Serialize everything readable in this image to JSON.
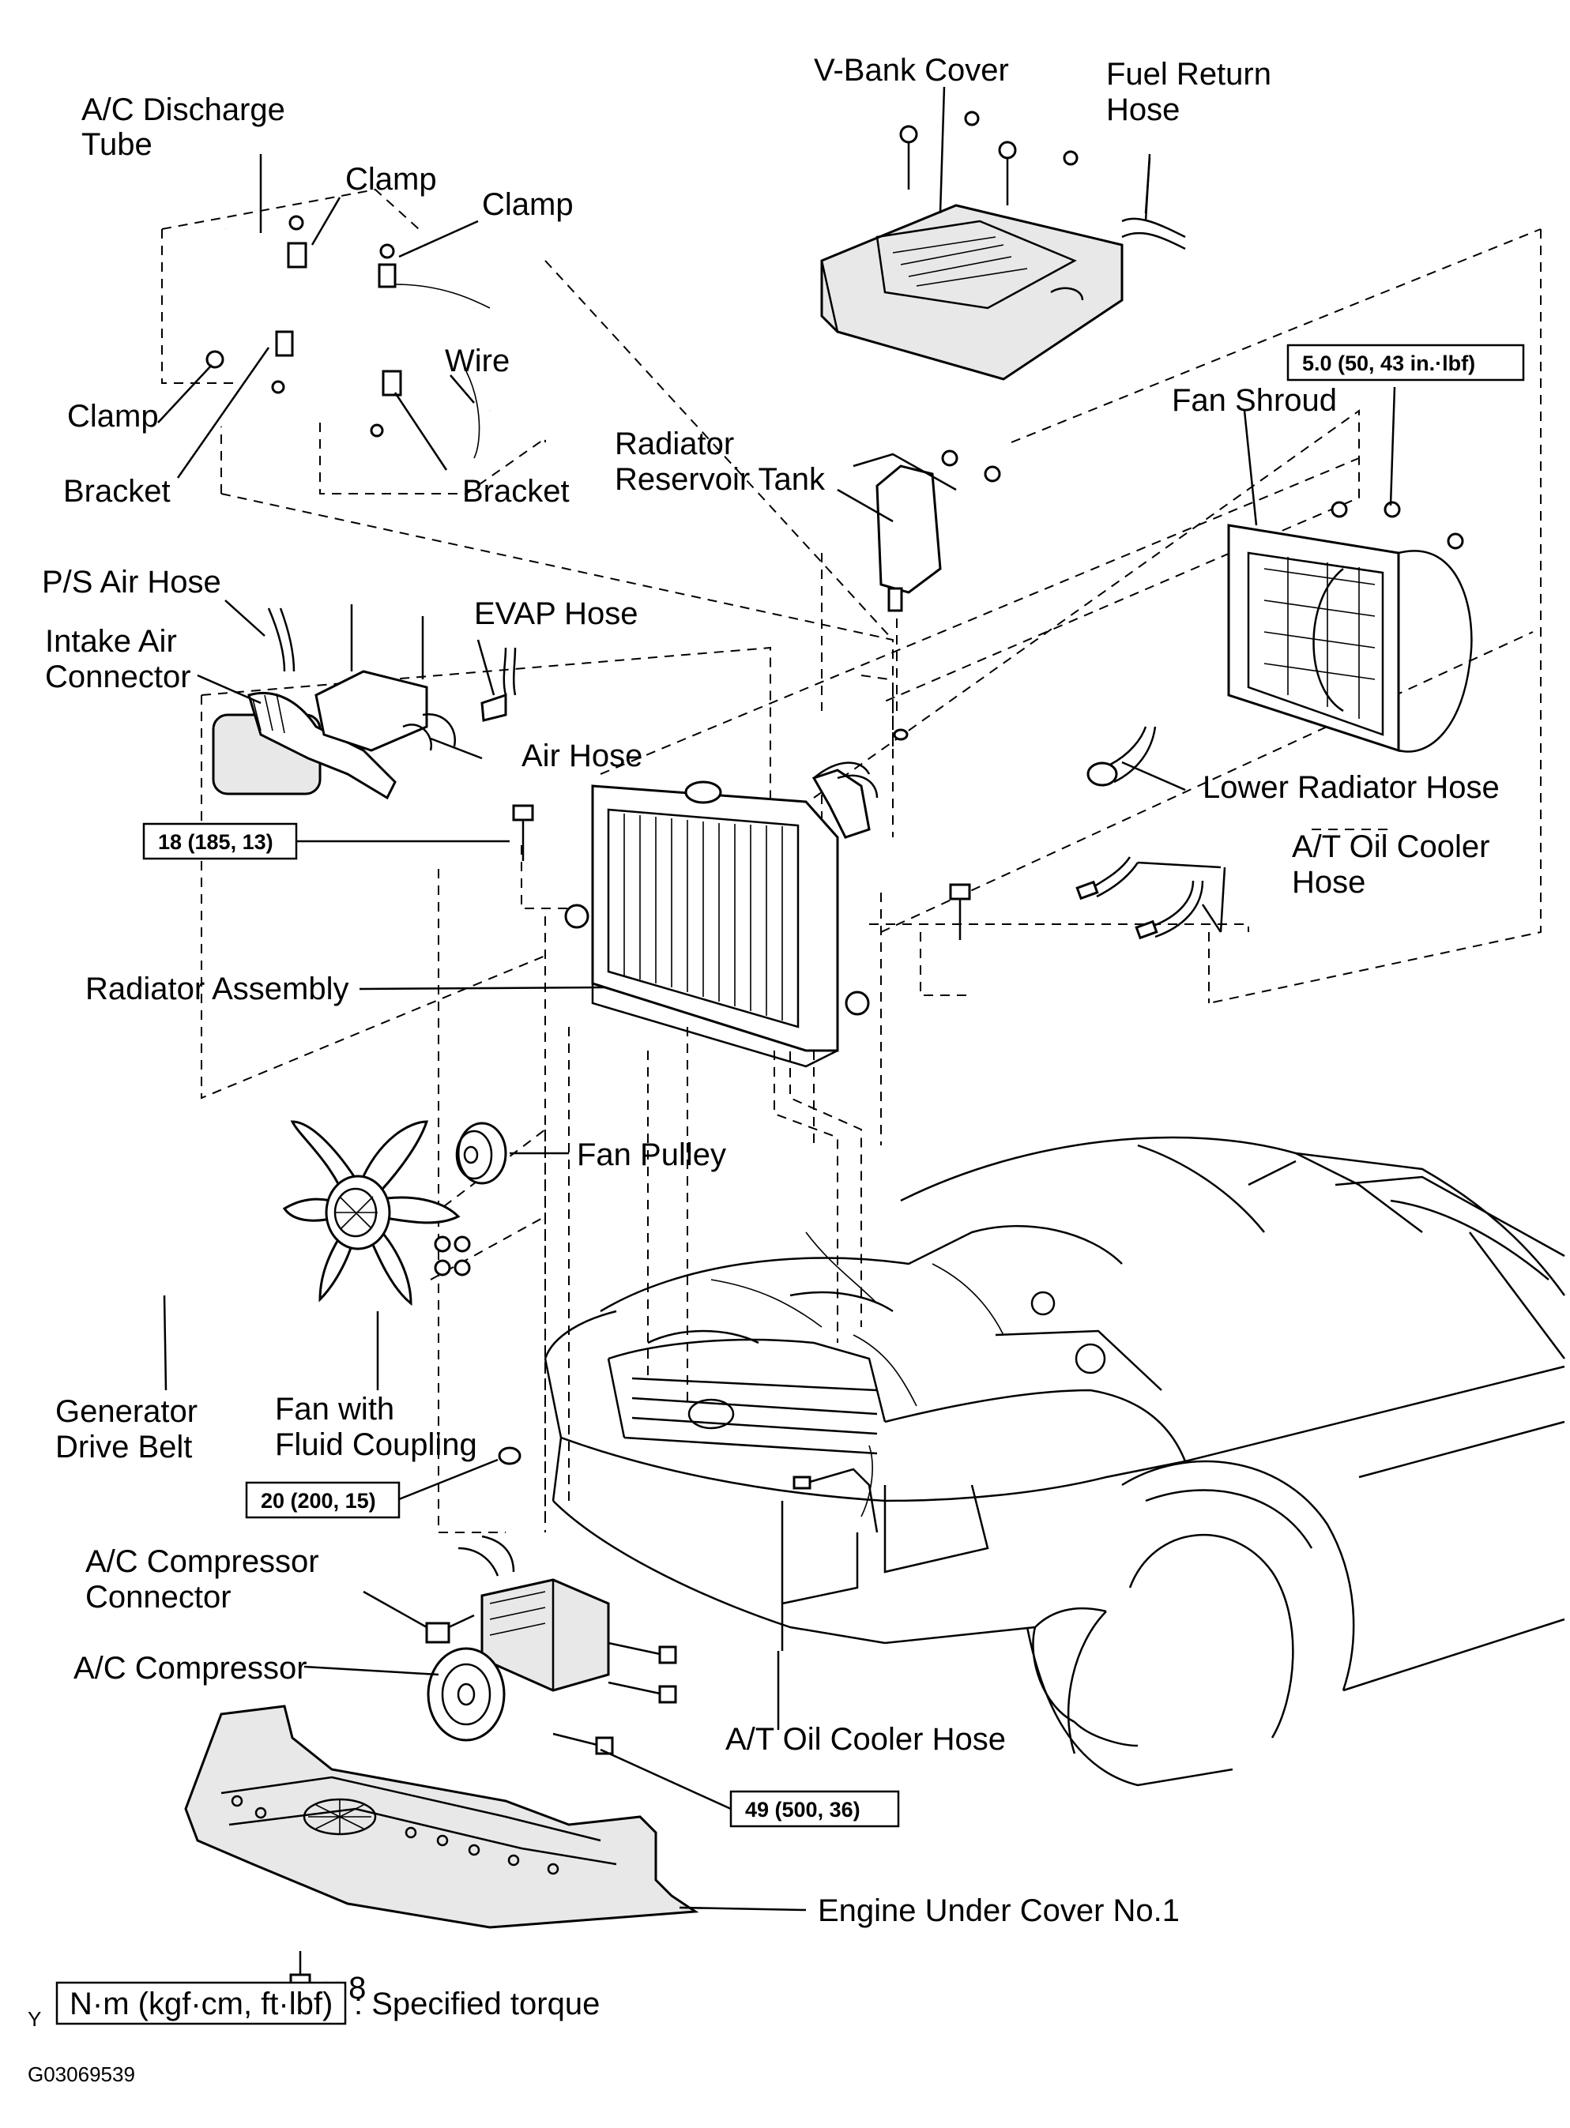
{
  "labels": {
    "ac_discharge_tube": [
      "A/C Discharge",
      "Tube"
    ],
    "clamp_1": "Clamp",
    "clamp_2": "Clamp",
    "clamp_3": "Clamp",
    "wire": "Wire",
    "bracket_1": "Bracket",
    "bracket_2": "Bracket",
    "v_bank_cover": "V-Bank  Cover",
    "fuel_return_hose": [
      "Fuel Return",
      "Hose"
    ],
    "fan_shroud": "Fan Shroud",
    "radiator_reservoir_tank": [
      "Radiator",
      "Reservoir Tank"
    ],
    "ps_air_hose": "P/S Air Hose",
    "intake_air_connector": [
      "Intake Air",
      "Connector"
    ],
    "evap_hose": "EVAP Hose",
    "air_hose": "Air Hose",
    "lower_radiator_hose": "Lower Radiator Hose",
    "at_oil_cooler_hose_top": [
      "A/T Oil Cooler",
      "Hose"
    ],
    "radiator_assembly": "Radiator Assembly",
    "fan_pulley": "Fan Pulley",
    "generator_drive_belt": [
      "Generator",
      "Drive Belt"
    ],
    "fan_with_fluid_coupling": [
      "Fan with",
      "Fluid Coupling"
    ],
    "ac_compressor_connector": [
      "A/C Compressor",
      "Connector"
    ],
    "ac_compressor": "A/C Compressor",
    "at_oil_cooler_hose_bottom": "A/T Oil Cooler Hose",
    "engine_under_cover": "Engine Under Cover No.1",
    "bolt_count": "x 8"
  },
  "torques": {
    "fan_shroud": "5.0 (50, 43 in.·lbf)",
    "radiator": "18 (185, 13)",
    "fan": "20 (200, 15)",
    "compressor": "49 (500, 36)"
  },
  "legend": {
    "box_text": "N·m (kgf·cm, ft·lbf)",
    "description": ": Specified torque",
    "marker": "Y"
  },
  "figure_code": "G03069539"
}
